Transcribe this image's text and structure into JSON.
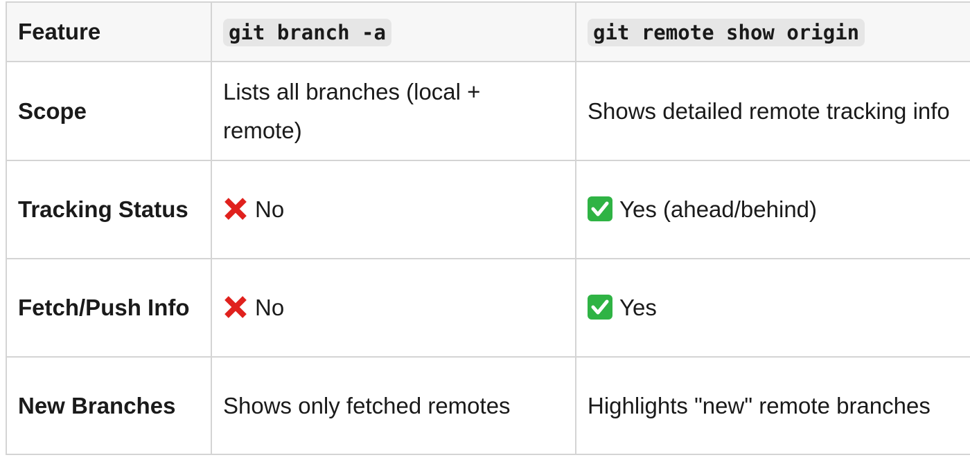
{
  "table": {
    "headers": [
      "Feature",
      "git branch -a",
      "git remote show origin"
    ],
    "rows": [
      {
        "feature": "Scope",
        "branch": "Lists all branches (local + remote)",
        "remote": "Shows detailed remote tracking info"
      },
      {
        "feature": "Tracking Status",
        "branch_icon": "cross-mark-icon",
        "branch": "No",
        "remote_icon": "check-mark-icon",
        "remote": "Yes (ahead/behind)"
      },
      {
        "feature": "Fetch/Push Info",
        "branch_icon": "cross-mark-icon",
        "branch": "No",
        "remote_icon": "check-mark-icon",
        "remote": "Yes"
      },
      {
        "feature": "New Branches",
        "branch": "Shows only fetched remotes",
        "remote": "Highlights \"new\" remote branches"
      }
    ]
  },
  "colors": {
    "border": "#d4d4d4",
    "header_bg": "#f7f7f7",
    "code_bg": "#e6e6e6",
    "cross": "#e0211d",
    "check": "#2fb344"
  }
}
